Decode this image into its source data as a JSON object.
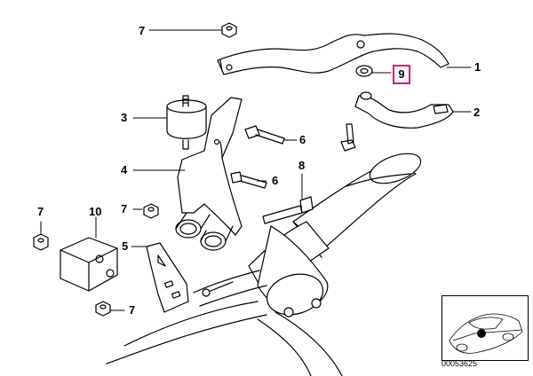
{
  "callouts": {
    "c1": "1",
    "c2": "2",
    "c3": "3",
    "c4": "4",
    "c5": "5",
    "c6a": "6",
    "c6b": "6",
    "c7a": "7",
    "c7b": "7",
    "c7c": "7",
    "c7d": "7",
    "c8": "8",
    "c9": "9",
    "c10": "10"
  },
  "highlight_color": "#e0007a",
  "reference_code": "00053625"
}
